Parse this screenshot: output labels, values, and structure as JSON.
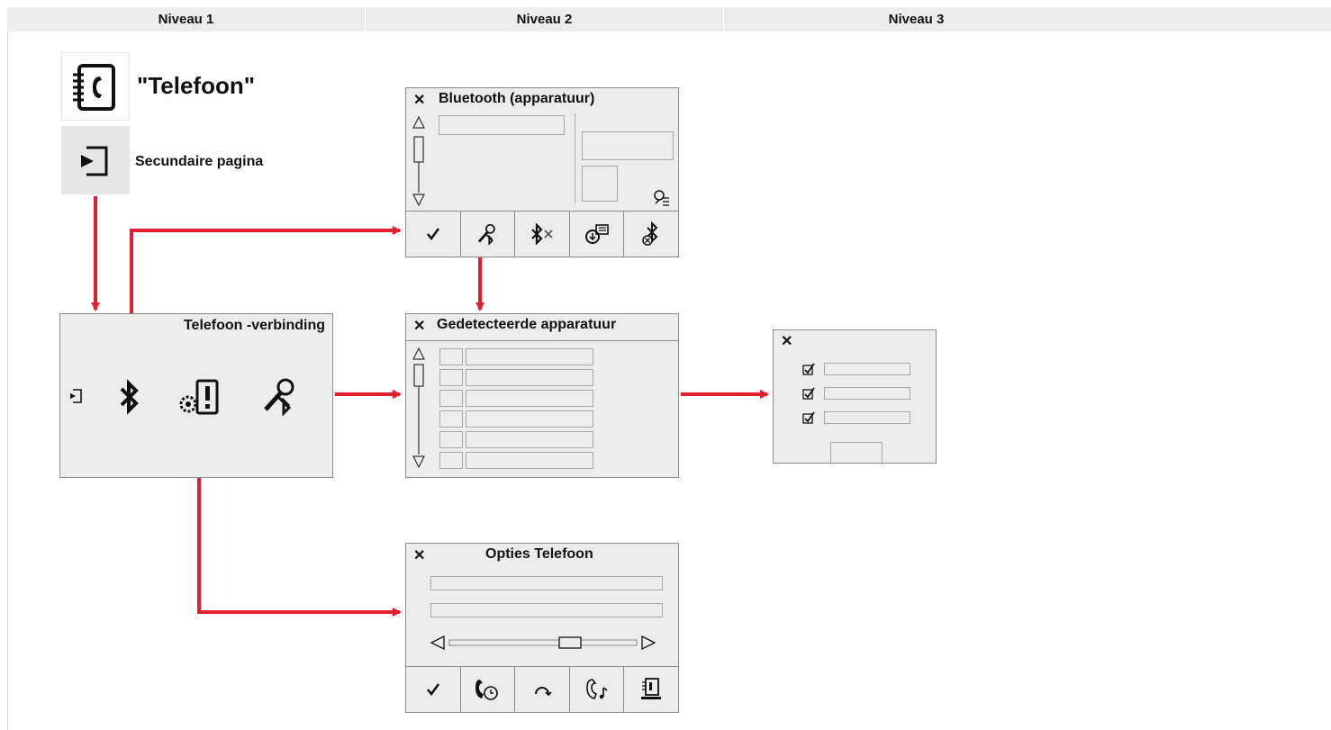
{
  "header": {
    "col1": "Niveau 1",
    "col2": "Niveau 2",
    "col3": "Niveau 3"
  },
  "level1": {
    "phone_title": "\"Telefoon\"",
    "secondary_label": "Secundaire pagina",
    "connection_panel_title": "Telefoon -verbinding"
  },
  "bluetooth_panel": {
    "close": "✕",
    "title": "Bluetooth (apparatuur)"
  },
  "detected_panel": {
    "close": "✕",
    "title": "Gedetecteerde apparatuur"
  },
  "options_panel": {
    "close": "✕",
    "title": "Opties Telefoon"
  },
  "level3_panel": {
    "close": "✕"
  },
  "colors": {
    "arrow": "#e0202e",
    "panel_bg": "#ececec",
    "header_bg": "#ececec"
  },
  "icons": [
    "phone-book-icon",
    "secondary-page-icon",
    "bluetooth-icon",
    "settings-alert-icon",
    "search-key-icon",
    "check-icon",
    "bluetooth-disconnect-icon",
    "contacts-sync-icon",
    "bluetooth-delete-icon",
    "call-history-icon",
    "refresh-icon",
    "ringtone-icon",
    "phonebook-sort-icon"
  ]
}
